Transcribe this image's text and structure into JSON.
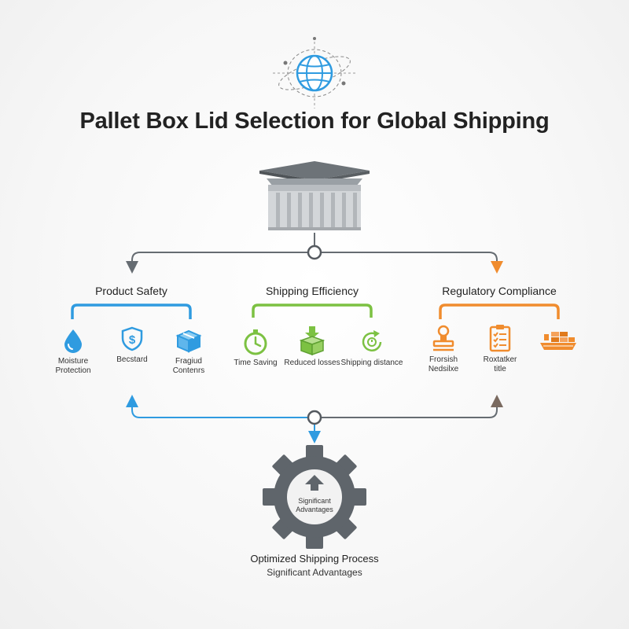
{
  "title": "Pallet Box Lid Selection for Global Shipping",
  "colors": {
    "blue": "#2f9be0",
    "green": "#7cc142",
    "orange": "#f08c2e",
    "gray": "#5f656b",
    "line": "#666c72"
  },
  "icons": {
    "top": "globe-icon",
    "center": "pallet-box-lid-icon",
    "gear": "gear-icon"
  },
  "categories": [
    {
      "label": "Product Safety",
      "color": "#2f9be0",
      "items": [
        {
          "label": "Moisture\nProtection",
          "icon": "water-drop-icon"
        },
        {
          "label": "Becstard",
          "icon": "dollar-shield-icon"
        },
        {
          "label": "Fragiud\nContenrs",
          "icon": "box-icon"
        }
      ]
    },
    {
      "label": "Shipping Efficiency",
      "color": "#7cc142",
      "items": [
        {
          "label": "Time Saving",
          "icon": "stopwatch-icon"
        },
        {
          "label": "Reduced losses",
          "icon": "box-down-arrow-icon"
        },
        {
          "label": "Shipping distance",
          "icon": "refresh-icon"
        }
      ]
    },
    {
      "label": "Regulatory Compliance",
      "color": "#f08c2e",
      "items": [
        {
          "label": "Frorsish\nNedsilxe",
          "icon": "stamp-icon"
        },
        {
          "label": "Roxtatker\ntitle",
          "icon": "checklist-icon"
        },
        {
          "label": "",
          "icon": "cargo-ship-icon"
        }
      ]
    }
  ],
  "gear_text": "Significant\nAdvantages",
  "bottom": {
    "title": "Optimized Shipping Process",
    "subtitle": "Significant Advantages"
  }
}
